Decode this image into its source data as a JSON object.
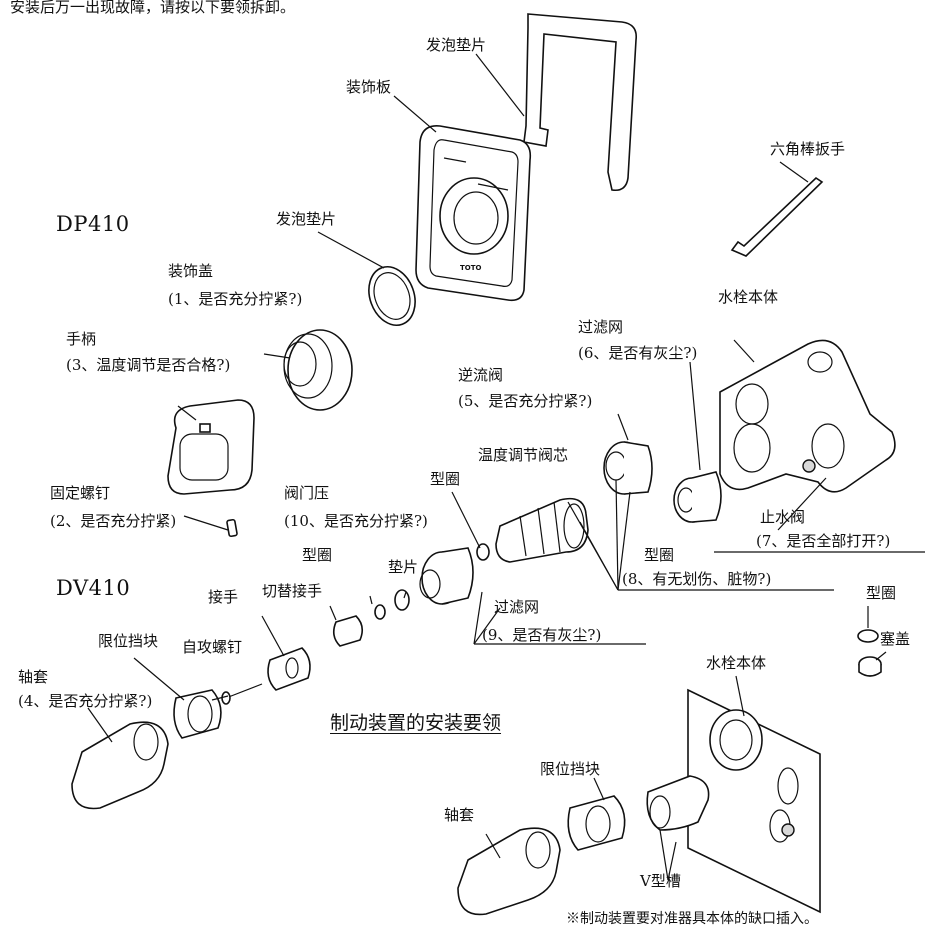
{
  "header_text": "安装后万一出现故障，请按以下要领拆卸。",
  "models": {
    "dp": "DP410",
    "dv": "DV410"
  },
  "labels": {
    "foam_gasket_top": "发泡垫片",
    "decor_plate": "装饰板",
    "hex_wrench": "六角棒扳手",
    "foam_gasket": "发泡垫片",
    "decor_cap": "装饰盖",
    "decor_cap_check": "(1、是否充分拧紧?)",
    "handle": "手柄",
    "handle_check": "(3、温度调节是否合格?)",
    "body_top": "水栓本体",
    "filter_top": "过滤网",
    "filter_top_check": "(6、是否有灰尘?)",
    "check_valve": "逆流阀",
    "check_valve_check": "(5、是否充分拧紧?)",
    "thermo_cartridge": "温度调节阀芯",
    "oring_1": "型圈",
    "set_screw": "固定螺钉",
    "set_screw_check": "(2、是否充分拧紧)",
    "valve_press": "阀门压",
    "valve_press_check": "(10、是否充分拧紧?)",
    "stop_valve": "止水阀",
    "stop_valve_check": "(7、是否全部打开?)",
    "oring_2": "型圈",
    "oring_2_check": "(8、有无划伤、脏物?)",
    "oring_3": "型圈",
    "gasket": "垫片",
    "joint": "接手",
    "switch_joint": "切替接手",
    "filter_mid": "过滤网",
    "filter_mid_check": "(9、是否有灰尘?)",
    "oring_right": "型圈",
    "plug_cap": "塞盖",
    "limit_block": "限位挡块",
    "self_tap_screw": "自攻螺钉",
    "sleeve": "轴套",
    "sleeve_check": "(4、是否充分拧紧?)",
    "body_bottom": "水栓本体",
    "section_title": "制动装置的安装要领",
    "limit_block_2": "限位挡块",
    "sleeve_2": "轴套",
    "v_groove": "V型槽",
    "footnote": "※制动装置要对准器具本体的缺口插入。",
    "brand": "TOTO"
  }
}
